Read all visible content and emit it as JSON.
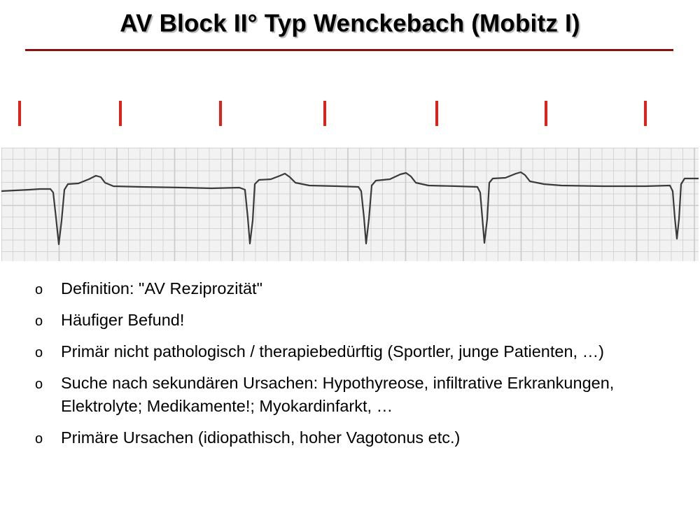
{
  "slide": {
    "title": "AV Block II° Typ Wenckebach (Mobitz I)"
  },
  "colors": {
    "title_rule": "#8b0f0f",
    "marker": "#e0201a",
    "ecg_trace": "#3a3a3a",
    "ecg_grid": "#c9cac9"
  },
  "bullets": [
    {
      "marker": "o",
      "text": "Definition: \"AV Reziprozität\""
    },
    {
      "marker": "o",
      "text": "Häufiger Befund!"
    },
    {
      "marker": "o",
      "text": "Primär nicht pathologisch / therapiebedürftig (Sportler, junge Patienten, …)"
    },
    {
      "marker": "o",
      "text": "Suche nach sekundären Ursachen: Hypothyreose, infiltrative Erkrankungen, Elektrolyte; Medikamente!; Myokardinfarkt, …"
    },
    {
      "marker": "o",
      "text": "Primäre Ursachen (idiopathisch, hoher Vagotonus etc.)"
    }
  ]
}
